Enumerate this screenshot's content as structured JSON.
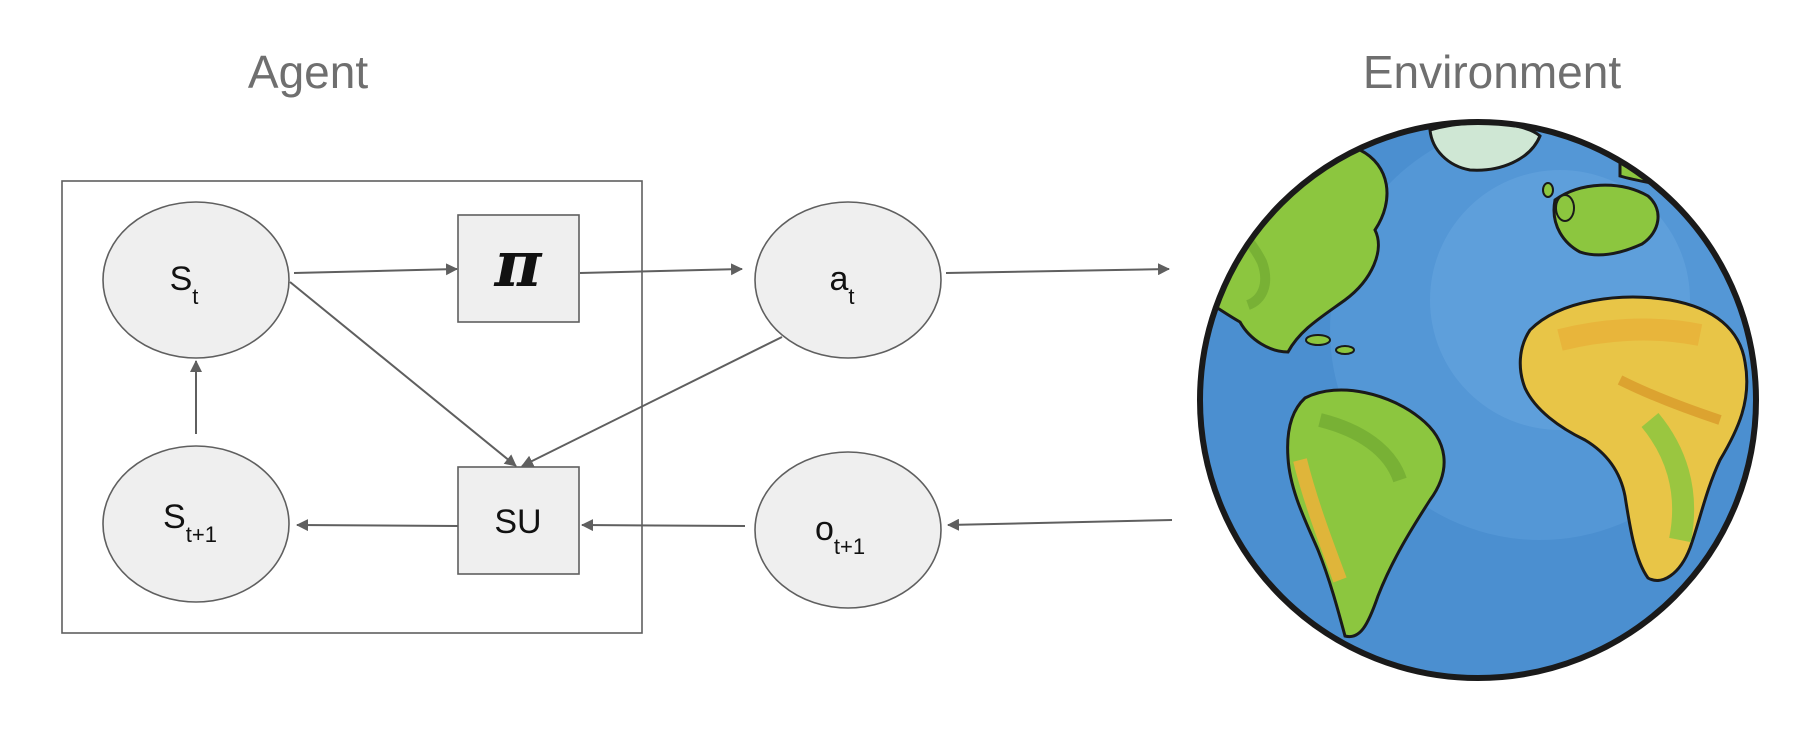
{
  "headings": {
    "agent": "Agent",
    "environment": "Environment"
  },
  "nodes": {
    "state": {
      "main": "S",
      "sub": "t"
    },
    "policy": {
      "symbol": "π"
    },
    "action": {
      "main": "a",
      "sub": "t"
    },
    "next_state": {
      "main": "S",
      "sub": "t+1"
    },
    "state_update": {
      "label": "SU"
    },
    "observation": {
      "main": "o",
      "sub": "t+1"
    }
  },
  "icons": {
    "environment": "earth-globe-icon"
  },
  "colors": {
    "node_fill": "#efefef",
    "stroke": "#5f5f5f",
    "heading_text": "#6f6f6f",
    "ocean": "#4b8fd0",
    "land": "#8cc63f",
    "desert": "#e8b33a"
  }
}
